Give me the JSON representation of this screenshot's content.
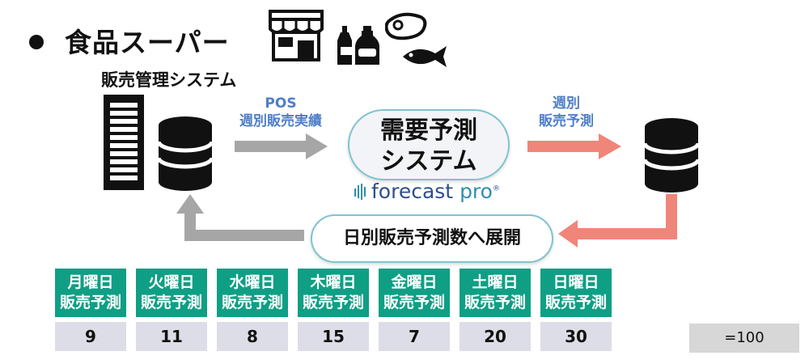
{
  "header": {
    "title": "食品スーパー",
    "subtitle": "販売管理システム"
  },
  "flow": {
    "pos_label_line1": "POS",
    "pos_label_line2": "週別販売実績",
    "weekly_label_line1": "週別",
    "weekly_label_line2": "販売予測",
    "system_line1": "需要予測",
    "system_line2": "システム",
    "brand": "forecast pro",
    "brand_word1": "forecast",
    "brand_word2": "pro",
    "brand_mark": "®",
    "distribute_label": "日別販売予測数へ展開"
  },
  "table": {
    "days": [
      {
        "day": "月曜日",
        "label": "販売予測",
        "value": "9"
      },
      {
        "day": "火曜日",
        "label": "販売予測",
        "value": "11"
      },
      {
        "day": "水曜日",
        "label": "販売予測",
        "value": "8"
      },
      {
        "day": "木曜日",
        "label": "販売予測",
        "value": "15"
      },
      {
        "day": "金曜日",
        "label": "販売予測",
        "value": "7"
      },
      {
        "day": "土曜日",
        "label": "販売予測",
        "value": "20"
      },
      {
        "day": "日曜日",
        "label": "販売予測",
        "value": "30"
      }
    ],
    "total": "=100"
  },
  "icons": [
    "store-icon",
    "bottles-icon",
    "meat-icon",
    "fish-icon",
    "server-rack-icon",
    "database-icon"
  ],
  "colors": {
    "gray_arrow": "#a6a6a6",
    "salmon_arrow": "#f0857a",
    "label_blue": "#4f7ec9",
    "table_green": "#0f9f84",
    "value_bg": "#dcdde6",
    "pill_border": "#7fc4cf"
  }
}
